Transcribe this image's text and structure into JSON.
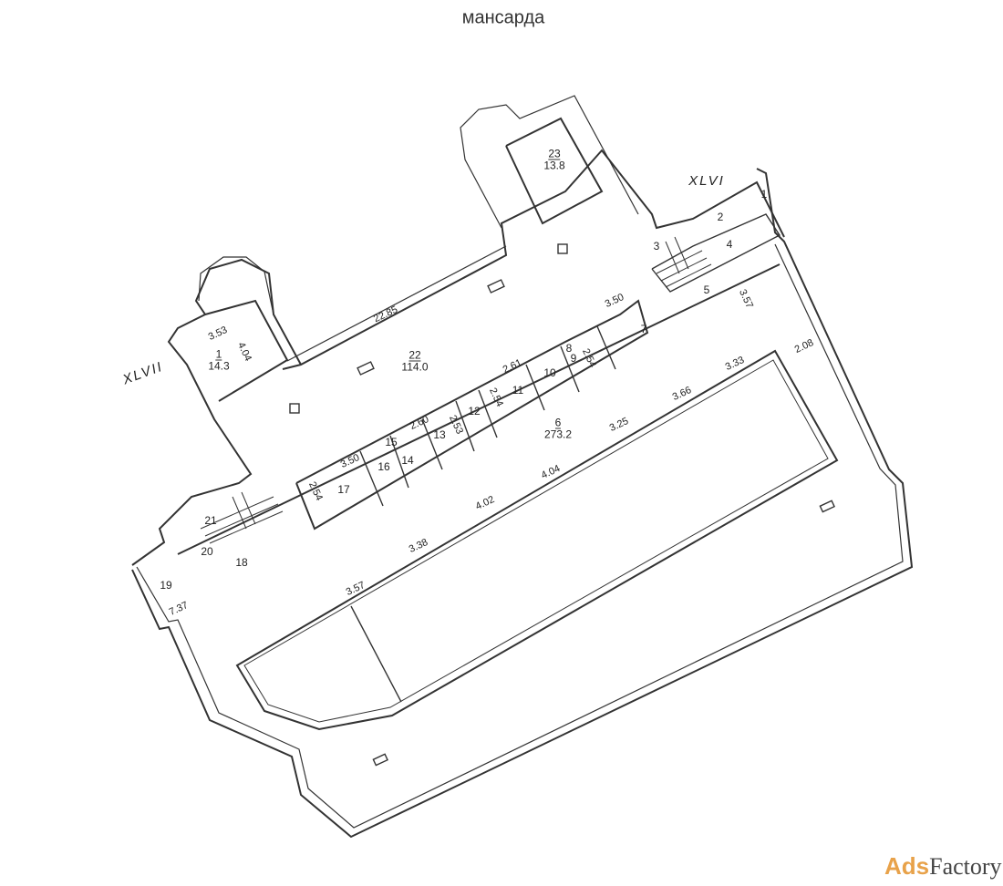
{
  "title": "мансарда",
  "sections": {
    "left": "XLVII",
    "right": "XLVI"
  },
  "rooms": [
    {
      "number": "1",
      "area": "14.3"
    },
    {
      "number": "22",
      "area": "114.0"
    },
    {
      "number": "23",
      "area": "13.8"
    },
    {
      "number": "6",
      "area": "273.2"
    },
    {
      "number": "1"
    },
    {
      "number": "2"
    },
    {
      "number": "3"
    },
    {
      "number": "4"
    },
    {
      "number": "5"
    },
    {
      "number": "7"
    },
    {
      "number": "8"
    },
    {
      "number": "9"
    },
    {
      "number": "10"
    },
    {
      "number": "11"
    },
    {
      "number": "12"
    },
    {
      "number": "13"
    },
    {
      "number": "14"
    },
    {
      "number": "15"
    },
    {
      "number": "16"
    },
    {
      "number": "17"
    },
    {
      "number": "18"
    },
    {
      "number": "19"
    },
    {
      "number": "20"
    },
    {
      "number": "21"
    }
  ],
  "dimensions": [
    "3.53",
    "4.04",
    "22.85",
    "2.61",
    "2.54",
    "2.53",
    "2.60",
    "3.50",
    "2.54",
    "3.50",
    "2.54",
    "3.57",
    "2.08",
    "3.33",
    "3.66",
    "3.25",
    "4.04",
    "4.02",
    "3.38",
    "3.57",
    "7.37"
  ],
  "logo": {
    "part1": "Ads",
    "part2": "Factory"
  },
  "colors": {
    "line": "#333333",
    "logo_accent": "#e8a24a"
  }
}
